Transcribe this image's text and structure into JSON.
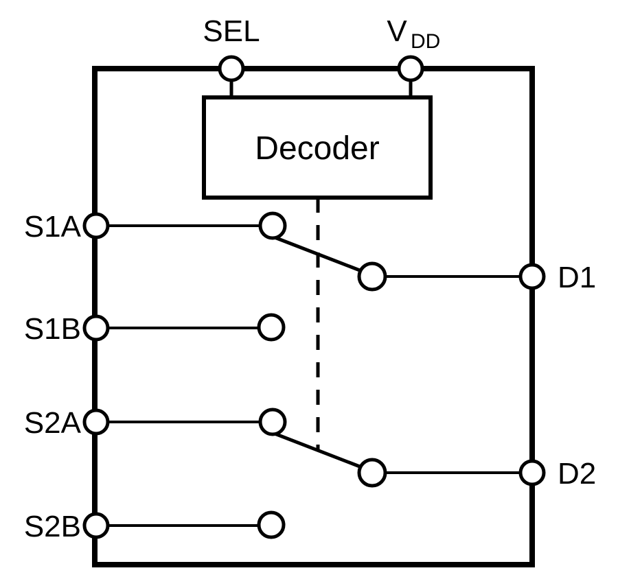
{
  "diagram": {
    "title": "Analog multiplexer switch schematic",
    "background_color": "#ffffff",
    "line_color": "#000000",
    "block": {
      "label": "Decoder"
    },
    "top_ports": [
      {
        "id": "sel",
        "label": "SEL",
        "subscript": ""
      },
      {
        "id": "vdd",
        "label": "V",
        "subscript": "DD"
      }
    ],
    "source_ports": [
      {
        "id": "s1a",
        "label": "S1A"
      },
      {
        "id": "s1b",
        "label": "S1B"
      },
      {
        "id": "s2a",
        "label": "S2A"
      },
      {
        "id": "s2b",
        "label": "S2B"
      }
    ],
    "drain_ports": [
      {
        "id": "d1",
        "label": "D1"
      },
      {
        "id": "d2",
        "label": "D2"
      }
    ],
    "switches": [
      {
        "source": "S1A",
        "drain": "D1",
        "state": "closed"
      },
      {
        "source": "S1B",
        "drain": "",
        "state": "open"
      },
      {
        "source": "S2A",
        "drain": "D2",
        "state": "closed"
      },
      {
        "source": "S2B",
        "drain": "",
        "state": "open"
      }
    ],
    "control_line": {
      "style": "dashed",
      "from": "Decoder",
      "to": "switch-throws"
    }
  }
}
